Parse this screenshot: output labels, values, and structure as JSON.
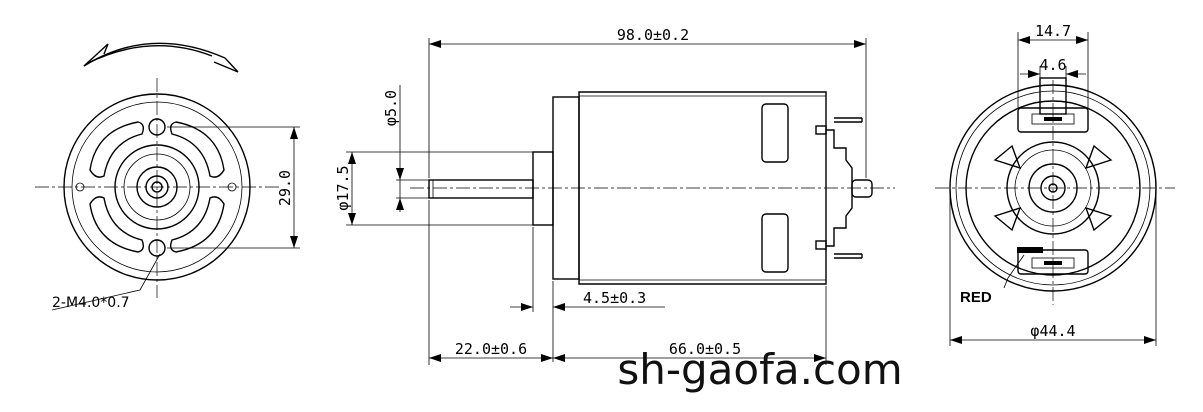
{
  "dimensions": {
    "overall_length": "98.0±0.2",
    "shaft_diameter": "φ5.0",
    "boss_diameter": "φ17.5",
    "mount_hole_spacing": "29.0",
    "mount_holes": "2-M4.0*0.7",
    "boss_length": "4.5±0.3",
    "shaft_length": "22.0±0.6",
    "body_length": "66.0±0.5",
    "terminal_spacing": "14.7",
    "terminal_width": "4.6",
    "body_diameter": "φ44.4"
  },
  "labels": {
    "red_terminal": "RED"
  },
  "watermark": "sh-gaofa.com"
}
